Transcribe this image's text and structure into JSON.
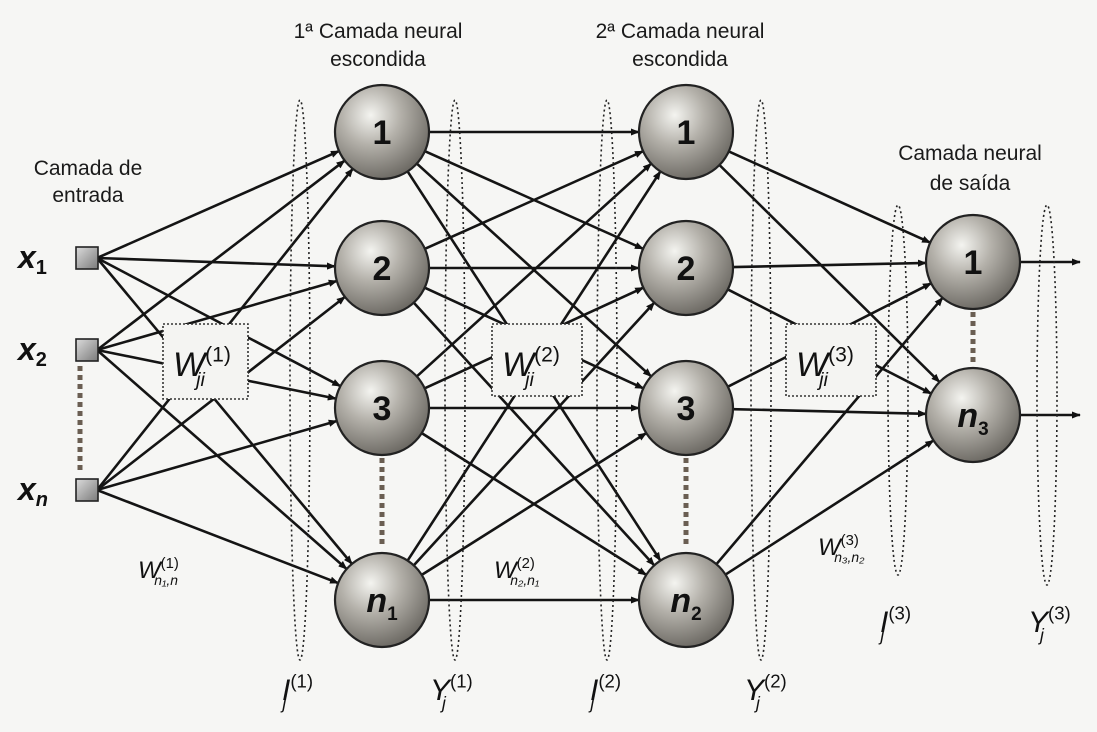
{
  "layers": {
    "input": {
      "title_lines": [
        "Camada de",
        "entrada"
      ],
      "nodes": [
        {
          "base": "x",
          "sub": "1"
        },
        {
          "base": "x",
          "sub": "2"
        },
        {
          "base": "x",
          "sub": "n"
        }
      ]
    },
    "hidden1": {
      "title_lines": [
        "1ª Camada neural",
        "escondida"
      ],
      "nodes": [
        "1",
        "2",
        "3",
        "n1"
      ]
    },
    "hidden2": {
      "title_lines": [
        "2ª Camada neural",
        "escondida"
      ],
      "nodes": [
        "1",
        "2",
        "3",
        "n2"
      ]
    },
    "output": {
      "title_lines": [
        "Camada neural",
        "de saída"
      ],
      "nodes": [
        "1",
        "n3"
      ]
    }
  },
  "weights": {
    "w1": {
      "base": "W",
      "sup": "(1)",
      "sub": "ji"
    },
    "w2": {
      "base": "W",
      "sup": "(2)",
      "sub": "ji"
    },
    "w3": {
      "base": "W",
      "sup": "(3)",
      "sub": "ji"
    },
    "w1_last": {
      "base": "W",
      "sup": "(1)",
      "sub": "n₁,n"
    },
    "w2_last": {
      "base": "W",
      "sup": "(2)",
      "sub": "n₂,n₁"
    },
    "w3_last": {
      "base": "W",
      "sup": "(3)",
      "sub": "n₃,n₂"
    }
  },
  "signals": {
    "I1": {
      "base": "I",
      "sup": "(1)",
      "sub": "j"
    },
    "Y1": {
      "base": "Y",
      "sup": "(1)",
      "sub": "j"
    },
    "I2": {
      "base": "I",
      "sup": "(2)",
      "sub": "j"
    },
    "Y2": {
      "base": "Y",
      "sup": "(2)",
      "sub": "j"
    },
    "I3": {
      "base": "I",
      "sup": "(3)",
      "sub": "j"
    },
    "Y3": {
      "base": "Y",
      "sup": "(3)",
      "sub": "j"
    }
  }
}
